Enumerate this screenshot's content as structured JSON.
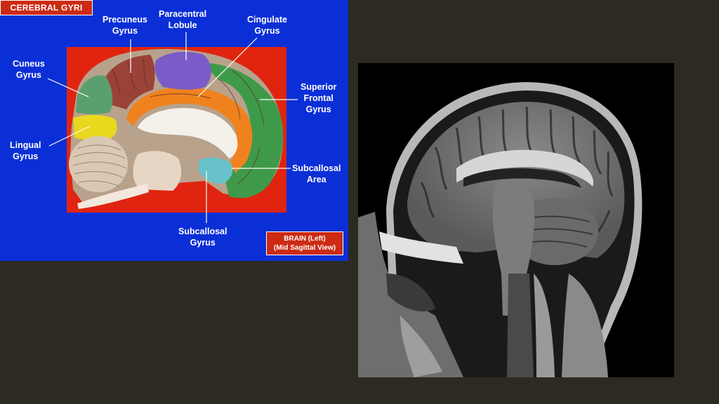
{
  "diagram": {
    "title": "CEREBRAL GYRI",
    "labels": {
      "precuneus": "Precuneus\nGyrus",
      "paracentral": "Paracentral\nLobule",
      "cingulate": "Cingulate\nGyrus",
      "cuneus": "Cuneus\nGyrus",
      "superior_frontal": "Superior\nFrontal\nGyrus",
      "lingual": "Lingual\nGyrus",
      "subcallosal_area": "Subcallosal\nArea",
      "subcallosal_gyrus": "Subcallosal\nGyrus"
    },
    "caption": {
      "line1": "BRAIN (Left)",
      "line2": "(Mid Sagittal View)"
    },
    "colors": {
      "background": "#0b2fd6",
      "inset_background": "#e02410",
      "badge": "#cc2a14",
      "precuneus": "#9a4238",
      "paracentral": "#7a5cc8",
      "cingulate": "#f0821e",
      "cuneus": "#5aa06e",
      "superior_frontal": "#3e9a4a",
      "lingual": "#e8d81e",
      "subcallosal": "#68c2cc"
    }
  },
  "mri": {
    "view": "sagittal T1 MRI"
  }
}
